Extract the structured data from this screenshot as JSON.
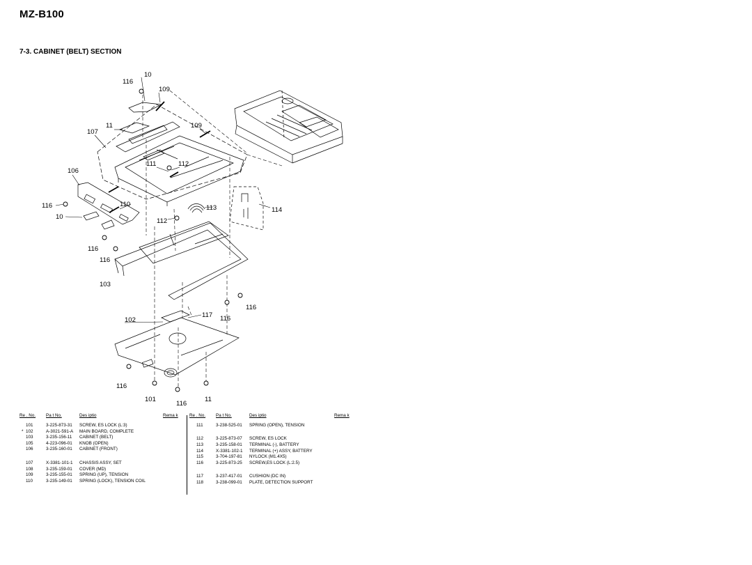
{
  "header": {
    "model": "MZ-B100",
    "section_title": "7-3. CABINET (BELT) SECTION"
  },
  "callouts": [
    "116",
    "10",
    "109",
    "11",
    "109",
    "107",
    "106",
    "111",
    "112",
    "116",
    "110",
    "113",
    "114",
    "10",
    "112",
    "116",
    "116",
    "103",
    "116",
    "117",
    "102",
    "116",
    "116",
    "101",
    "116",
    "11"
  ],
  "parts_table": {
    "headers": {
      "ref": "Re . No.",
      "part": "Pa t No.",
      "desc": "Des   iptio",
      "remark": "Rema k"
    },
    "left": [
      {
        "mark": "",
        "ref": "101",
        "part": "3-225-873-31",
        "desc": "SCREW, ES LOCK (L:3)"
      },
      {
        "mark": "*",
        "ref": "102",
        "part": "A-3021-591-A",
        "desc": "MAIN BOARD, COMPLETE"
      },
      {
        "mark": "",
        "ref": "103",
        "part": "3-235-156-11",
        "desc": "CABINET (BELT)"
      },
      {
        "mark": "",
        "ref": "105",
        "part": "4-223-096-01",
        "desc": "KNOB (OPEN)"
      },
      {
        "mark": "",
        "ref": "106",
        "part": "3-235-160-01",
        "desc": "CABINET (FRONT)"
      },
      {
        "mark": "",
        "ref": "107",
        "part": "X-3381-101-1",
        "desc": "CHASSIS ASSY, SET"
      },
      {
        "mark": "",
        "ref": "108",
        "part": "3-235-159-01",
        "desc": "COVER (MD)"
      },
      {
        "mark": "",
        "ref": "109",
        "part": "3-235-155-01",
        "desc": "SPRING (UP), TENSION"
      },
      {
        "mark": "",
        "ref": "110",
        "part": "3-235-149-01",
        "desc": "SPRING (LOCK), TENSION COIL"
      }
    ],
    "right": [
      {
        "ref": "111",
        "part": "3-238-525-01",
        "desc": "SPRING (OPEN), TENSION"
      },
      {
        "ref": "112",
        "part": "3-225-873-07",
        "desc": "SCREW, ES LOCK"
      },
      {
        "ref": "113",
        "part": "3-235-158-01",
        "desc": "TERMINAL (-), BATTERY"
      },
      {
        "ref": "114",
        "part": "X-3381-102-1",
        "desc": "TERMINAL (+) ASSY, BATTERY"
      },
      {
        "ref": "115",
        "part": "3-704-197-81",
        "desc": "NYLOCK (M1.4X5)"
      },
      {
        "ref": "116",
        "part": "3-225-873-25",
        "desc": "SCREW,ES LOCK (L:2.5)"
      },
      {
        "ref": "117",
        "part": "3-237-417-01",
        "desc": "CUSHION (DC IN)"
      },
      {
        "ref": "118",
        "part": "3-238-099-01",
        "desc": "PLATE, DETECTION SUPPORT"
      }
    ]
  }
}
